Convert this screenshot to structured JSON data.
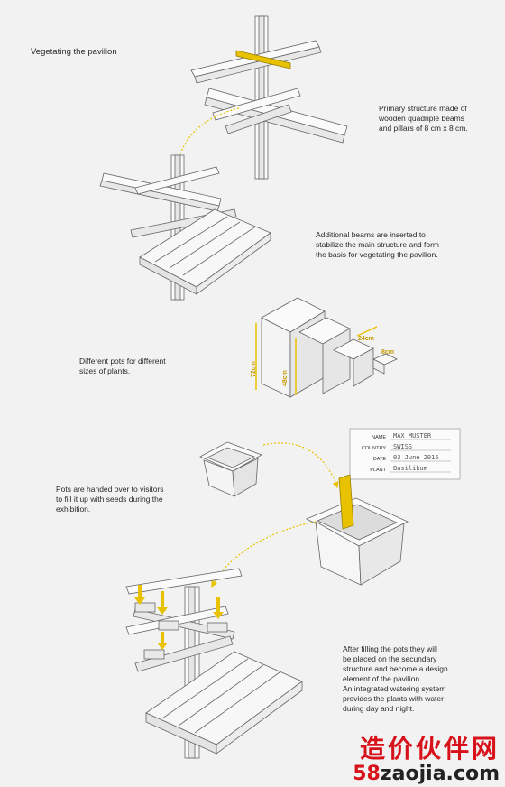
{
  "title": "Vegetating the pavilion",
  "captions": {
    "primary": [
      "Primary structure made of",
      "wooden quadriple beams",
      "and pillars of 8 cm x 8 cm."
    ],
    "additional": [
      "Additional beams are inserted to",
      "stabilize the main structure and form",
      "the basis for vegetating the pavilion."
    ],
    "pots": [
      "Different pots for different",
      "sizes of plants."
    ],
    "visitors": [
      "Pots are handed over to visitors",
      "to fill it up with seeds during the",
      "exhibition."
    ],
    "filling": [
      "After filling the pots they will",
      "be placed on the secundary",
      "structure and become a design",
      "element of the pavilion.",
      "An integrated watering system",
      "provides the plants with water",
      "during day and night."
    ]
  },
  "dimensions": {
    "pot_large": "72cm",
    "pot_medium": "48cm",
    "pot_small_width": "24cm",
    "pot_tiny": "8cm"
  },
  "label_card": {
    "rows": [
      {
        "label": "NAME",
        "value": "MAX MUSTER"
      },
      {
        "label": "COUNTRY",
        "value": "SWISS"
      },
      {
        "label": "DATE",
        "value": "03 June 2015"
      },
      {
        "label": "PLANT",
        "value": "Basilikum"
      }
    ]
  },
  "watermark": {
    "chinese": "造价伙伴网",
    "url_number": "58",
    "url_rest": "zaojia.com"
  },
  "colors": {
    "background": "#f2f2f2",
    "accent": "#e8c200",
    "line": "#555555",
    "watermark_red": "#d8121b"
  }
}
